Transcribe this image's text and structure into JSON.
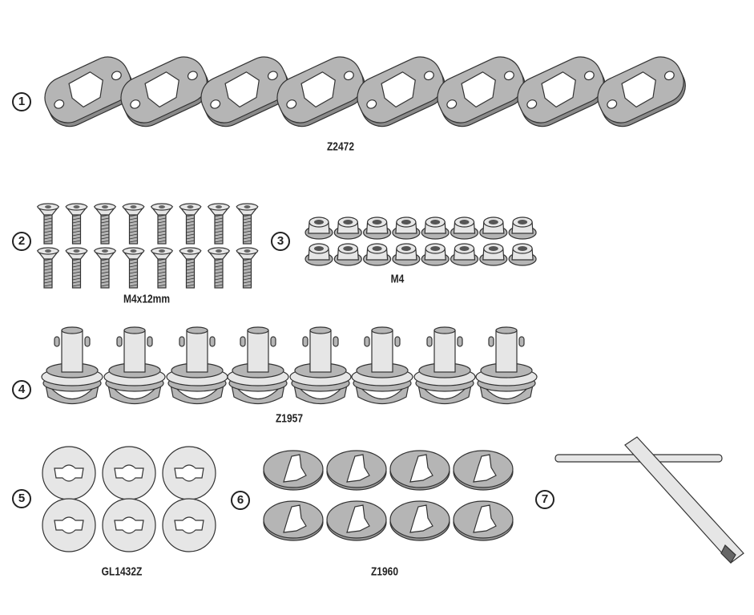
{
  "parts": [
    {
      "number": "1",
      "code": "Z2472",
      "quantity": 8,
      "name": "plate"
    },
    {
      "number": "2",
      "code": "M4x12mm",
      "quantity": 16,
      "name": "screw"
    },
    {
      "number": "3",
      "code": "M4",
      "quantity": 16,
      "name": "nut"
    },
    {
      "number": "4",
      "code": "Z1957",
      "quantity": 8,
      "name": "grommet"
    },
    {
      "number": "5",
      "code": "GL1432Z",
      "quantity": 6,
      "name": "washer"
    },
    {
      "number": "6",
      "code": "Z1960",
      "quantity": 8,
      "name": "clip"
    },
    {
      "number": "7",
      "code": "",
      "quantity": 1,
      "name": "key"
    }
  ],
  "colors": {
    "part": "#b5b5b5",
    "part_light": "#e6e6e6",
    "outline": "#333333"
  }
}
